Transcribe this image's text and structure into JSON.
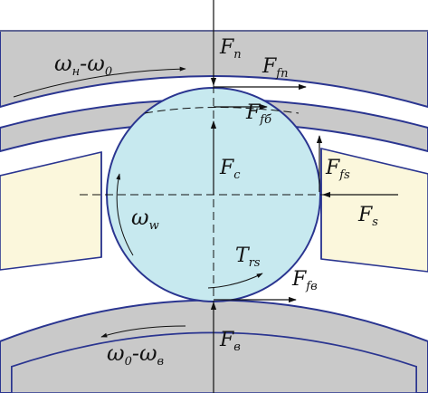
{
  "colors": {
    "race": "#c9c9c9",
    "ball_fill": "#c7e9ef",
    "ball_stroke": "#2a3590",
    "cage": "#fbf7dc",
    "ink": "#111111"
  },
  "labels": {
    "outer_speed": {
      "main": "ω",
      "sub1": "н",
      "dash": "-",
      "main2": "ω",
      "sub2": "0"
    },
    "inner_speed": {
      "main": "ω",
      "sub1": "0",
      "dash": "-",
      "main2": "ω",
      "sub2": "в"
    },
    "ball_speed": {
      "main": "ω",
      "sub": "w"
    },
    "f_n": {
      "main": "F",
      "sub": "п"
    },
    "f_fn": {
      "main": "F",
      "sub": "fп"
    },
    "f_fb_top": {
      "main": "F",
      "sub": "fб"
    },
    "f_c": {
      "main": "F",
      "sub": "c"
    },
    "f_fs": {
      "main": "F",
      "sub": "fs"
    },
    "f_s": {
      "main": "F",
      "sub": "s"
    },
    "t_rs": {
      "main": "T",
      "sub": "rs"
    },
    "f_fb_bottom": {
      "main": "F",
      "sub": "fв"
    },
    "f_b": {
      "main": "F",
      "sub": "в"
    }
  }
}
